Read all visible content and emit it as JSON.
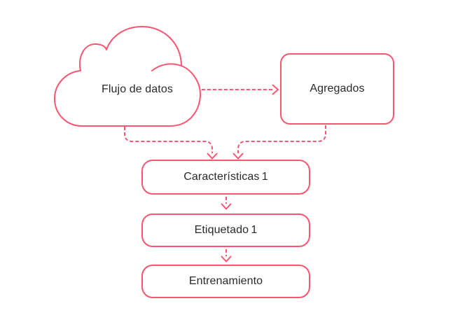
{
  "diagram": {
    "type": "flowchart",
    "background_color": "#ffffff",
    "accent_color": "#fb5570",
    "text_color": "#2a2a28",
    "nodes": {
      "data_flow": {
        "label": "Flujo de datos",
        "shape": "cloud"
      },
      "aggregates": {
        "label": "Agregados",
        "shape": "rounded-rect"
      },
      "features": {
        "label": "Características 1",
        "shape": "rounded-rect"
      },
      "labeling": {
        "label": "Etiquetado 1",
        "shape": "rounded-rect"
      },
      "training": {
        "label": "Entrenamiento",
        "shape": "rounded-rect"
      }
    },
    "edges": [
      {
        "from": "data_flow",
        "to": "aggregates",
        "style": "dashed-arrow"
      },
      {
        "from": "data_flow",
        "to": "features",
        "style": "dashed-arrow"
      },
      {
        "from": "aggregates",
        "to": "features",
        "style": "dashed-arrow"
      },
      {
        "from": "features",
        "to": "labeling",
        "style": "dashed-arrow"
      },
      {
        "from": "labeling",
        "to": "training",
        "style": "dashed-arrow"
      }
    ]
  }
}
